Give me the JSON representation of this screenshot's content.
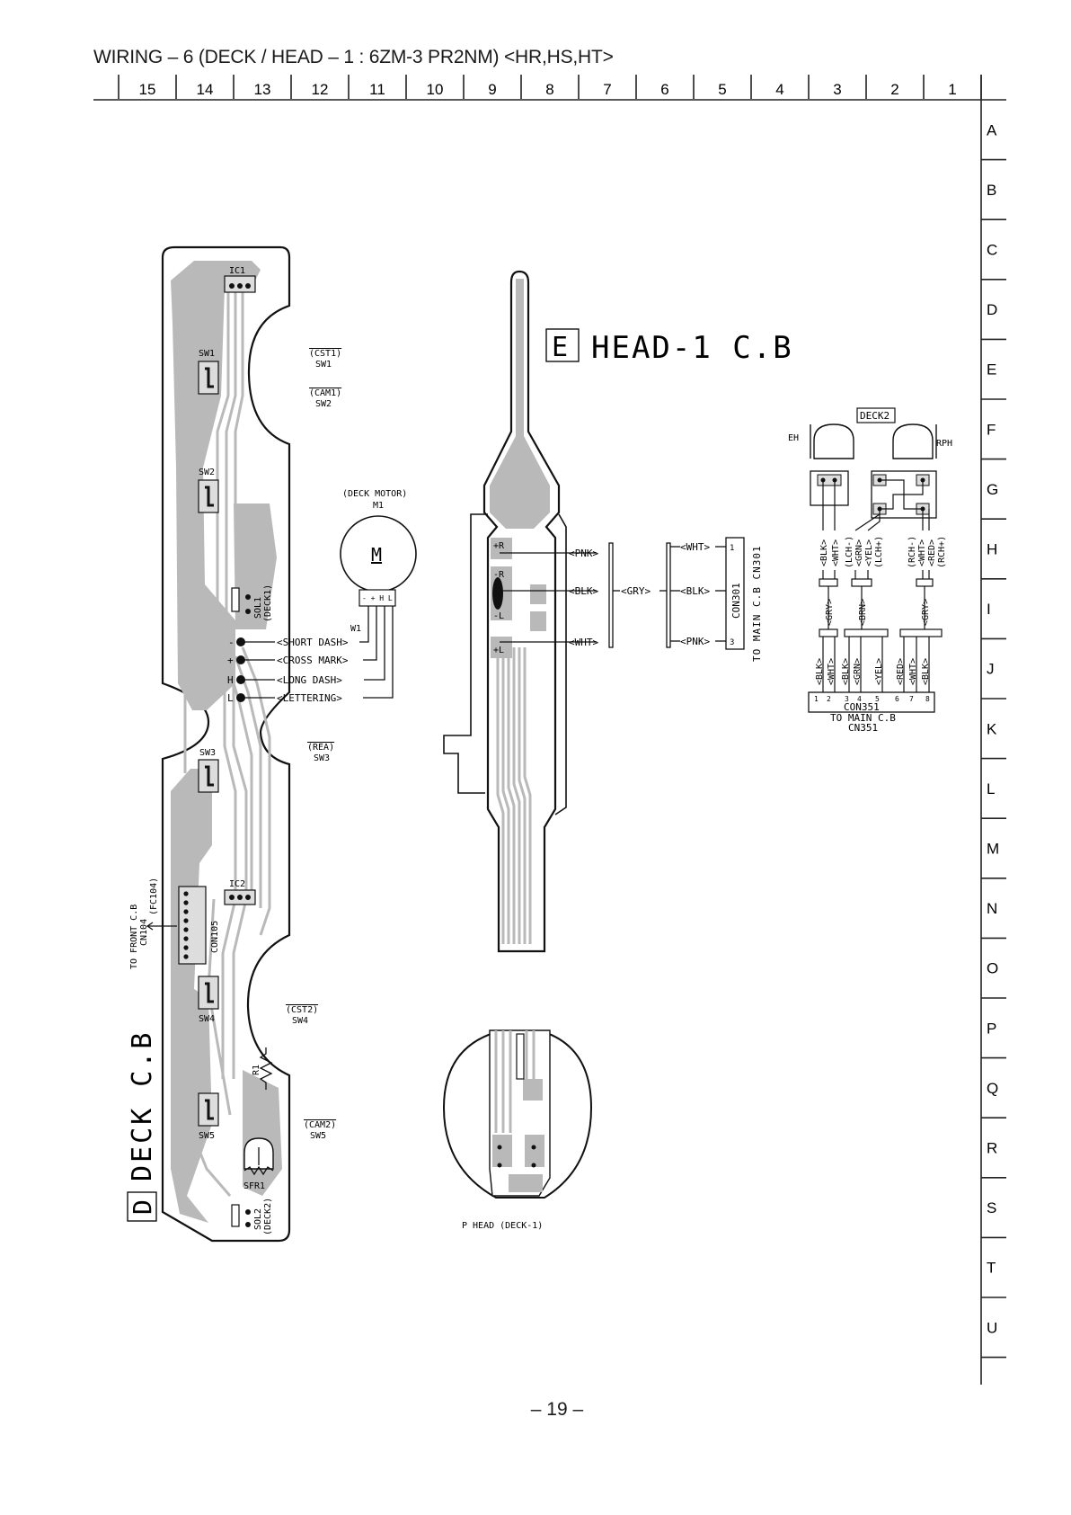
{
  "header": {
    "title": "WIRING – 6  (DECK / HEAD – 1 : 6ZM-3  PR2NM)  <HR,HS,HT>"
  },
  "footer": {
    "page_number": "– 19 –"
  },
  "grid": {
    "columns": [
      "15",
      "14",
      "13",
      "12",
      "11",
      "10",
      "9",
      "8",
      "7",
      "6",
      "5",
      "4",
      "3",
      "2",
      "1"
    ],
    "rows": [
      "A",
      "B",
      "C",
      "D",
      "E",
      "F",
      "G",
      "H",
      "I",
      "J",
      "K",
      "L",
      "M",
      "N",
      "O",
      "P",
      "Q",
      "R",
      "S",
      "T",
      "U"
    ]
  },
  "deck_board": {
    "letter": "D",
    "title": "DECK C.B",
    "to_front": [
      "TO FRONT C.B",
      "CN104",
      "(FC104)"
    ],
    "parts": [
      "IC1",
      "SW1",
      "SW2",
      "SOL1",
      "(DECK1)",
      "SW3",
      "IC2",
      "CON105",
      "SW4",
      "R1",
      "SW5",
      "SFR1",
      "SOL2",
      "(DECK2)"
    ],
    "switch_functions": [
      {
        "name": "CST1",
        "sw": "SW1"
      },
      {
        "name": "CAM1",
        "sw": "SW2"
      },
      {
        "name": "REA",
        "sw": "SW3"
      },
      {
        "name": "CST2",
        "sw": "SW4"
      },
      {
        "name": "CAM2",
        "sw": "SW5"
      }
    ],
    "motor": {
      "caption": "(DECK MOTOR)",
      "ref": "M1",
      "symbol": "M",
      "pins": "- + H L",
      "lead": "W1"
    },
    "motor_wires": [
      "<SHORT DASH>",
      "<CROSS MARK>",
      "<LONG DASH>",
      "<LETTERING>"
    ],
    "pin_marks": [
      "-",
      "+",
      "H",
      "L"
    ]
  },
  "head_board": {
    "letter": "E",
    "title": "HEAD-1 C.B",
    "pads": [
      "+R",
      "-R",
      "-L",
      "+L"
    ],
    "wires_left": [
      "<PNK>",
      "<BLK>",
      "<WHT>"
    ],
    "wire_mid": "<GRY>",
    "wires_right": [
      "<WHT>",
      "<BLK>",
      "<PNK>"
    ],
    "connector": "CON301",
    "connector_pins": [
      "1",
      "3"
    ],
    "destination": "TO MAIN C.B CN301",
    "p_head": "P HEAD  (DECK-1)"
  },
  "deck2_heads": {
    "label": "DECK2",
    "eh": "EH",
    "rph": "RPH",
    "upper_wires": [
      "<BLK>",
      "<WHT>",
      "(LCH-)",
      "<GRN>",
      "<YEL>",
      "(LCH+)",
      "(RCH-)",
      "<WHT>",
      "<RED>",
      "(RCH+)"
    ],
    "mid_wires": [
      "<GRY>",
      "<BRN>",
      "<GRY>"
    ],
    "lower_wires": [
      "<BLK>",
      "<WHT>",
      "<BLK>",
      "<GRN>",
      "<YEL>",
      "<RED>",
      "<WHT>",
      "<BLK>"
    ],
    "connector": "CON351",
    "pins": [
      "1",
      "2",
      "3",
      "4",
      "5",
      "6",
      "7",
      "8"
    ],
    "destination": [
      "TO MAIN C.B",
      "CN351"
    ]
  }
}
